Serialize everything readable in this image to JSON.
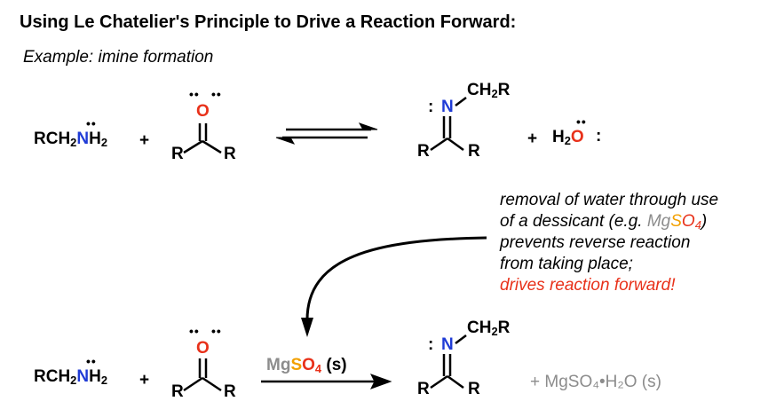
{
  "title": "Using Le Chatelier's Principle to Drive a Reaction Forward:",
  "subtitle": "Example: imine formation",
  "atoms": {
    "R": "R",
    "O": "O",
    "N": "N",
    "CH2R_main": "CH",
    "CH2R_sub": "2",
    "CH2R_tail": "R",
    "amine_prefix": "RCH",
    "amine_sub1": "2",
    "amine_N": "N",
    "amine_H": "H",
    "amine_sub2": "2",
    "water_H": "H",
    "water_sub": "2",
    "water_O": "O",
    "plus": "+",
    "lone_pair_colon": ":",
    "lone_pair_dots": "••"
  },
  "reagent": {
    "mg": "Mg",
    "s": "S",
    "o": "O",
    "sub": "4",
    "state": " (s)"
  },
  "note": {
    "line1": "removal of water through use",
    "line2_a": "of a dessicant (e.g. ",
    "line2_mg": "Mg",
    "line2_s": "S",
    "line2_o": "O",
    "line2_sub": "4",
    "line2_b": ")",
    "line3": "prevents reverse reaction",
    "line4": "from taking place;",
    "line5": "drives reaction forward!"
  },
  "byproduct": "+ MgSO₄•H₂O (s)",
  "colors": {
    "nitrogen": "#1f3bd6",
    "oxygen": "#e8311a",
    "magnesium": "#8c8c8c",
    "sulfur": "#f2a000",
    "highlight": "#e8311a"
  }
}
